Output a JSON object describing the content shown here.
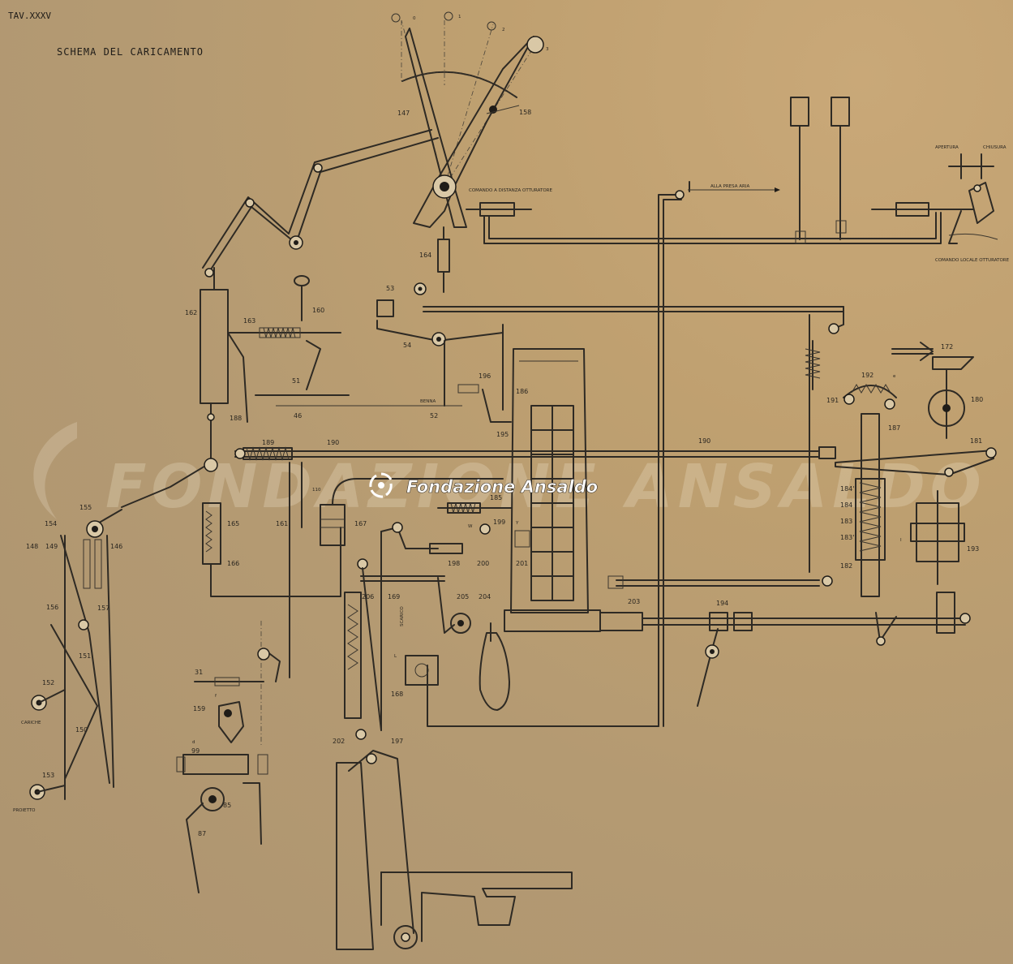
{
  "header": {
    "plate": "TAV.XXXV",
    "title": "SCHEMA DEL CARICAMENTO"
  },
  "notes": {
    "remote_breech": "COMANDO A DISTANZA OTTURATORE",
    "local_breech": "COMANDO LOCALE OTTURATORE",
    "air_intake": "ALLA PRESA ARIA",
    "opening": "APERTURA",
    "closing": "CHIUSURA",
    "bucket": "BENNA",
    "charges": "CARICHE",
    "projectile": "PROIETTO",
    "drain": "SCARICO"
  },
  "labels": {
    "l147": "147",
    "l158": "158",
    "l164": "164",
    "l53": "53",
    "l54": "54",
    "l160": "160",
    "l162": "162",
    "l163": "163",
    "l51": "51",
    "l46": "46",
    "l52": "52",
    "l186": "186",
    "l195": "195",
    "l196": "196",
    "l188": "188",
    "l189": "189",
    "l190": "190",
    "l190b": "190",
    "l165": "165",
    "l166": "166",
    "l167": "167",
    "l161": "161",
    "l110": "110",
    "l185": "185",
    "l199": "199",
    "l198": "198",
    "l200": "200",
    "l201": "201",
    "l206": "206",
    "l169": "169",
    "l205": "205",
    "l204": "204",
    "l203": "203",
    "l194": "194",
    "l168": "168",
    "l202": "202",
    "l197": "197",
    "l31": "31",
    "l159": "159",
    "l99": "99",
    "l85": "85",
    "l87": "87",
    "l154": "154",
    "l155": "155",
    "l148": "148",
    "l149": "149",
    "l146": "146",
    "l156": "156",
    "l157": "157",
    "l151": "151",
    "l152": "152",
    "l150": "150",
    "l153": "153",
    "l172": "172",
    "l192": "192",
    "l191": "191",
    "l187": "187",
    "l180": "180",
    "l181": "181",
    "l184a": "184'",
    "l184": "184",
    "l183": "183",
    "l183a": "183'",
    "l182": "182",
    "l193": "193",
    "p0": "0",
    "p1": "1",
    "p2": "2",
    "p3": "3",
    "pd": "d",
    "pf": "f",
    "pl": "L",
    "pw": "W",
    "py": "Y",
    "pe": "e",
    "pi": "I"
  },
  "watermark": {
    "brand": "Fondazione Ansaldo",
    "background_text": "FONDAZIONE ANSALDO",
    "color": "#ffffff"
  },
  "colors": {
    "paper": "#bfa070",
    "ink": "#2e2a24"
  }
}
